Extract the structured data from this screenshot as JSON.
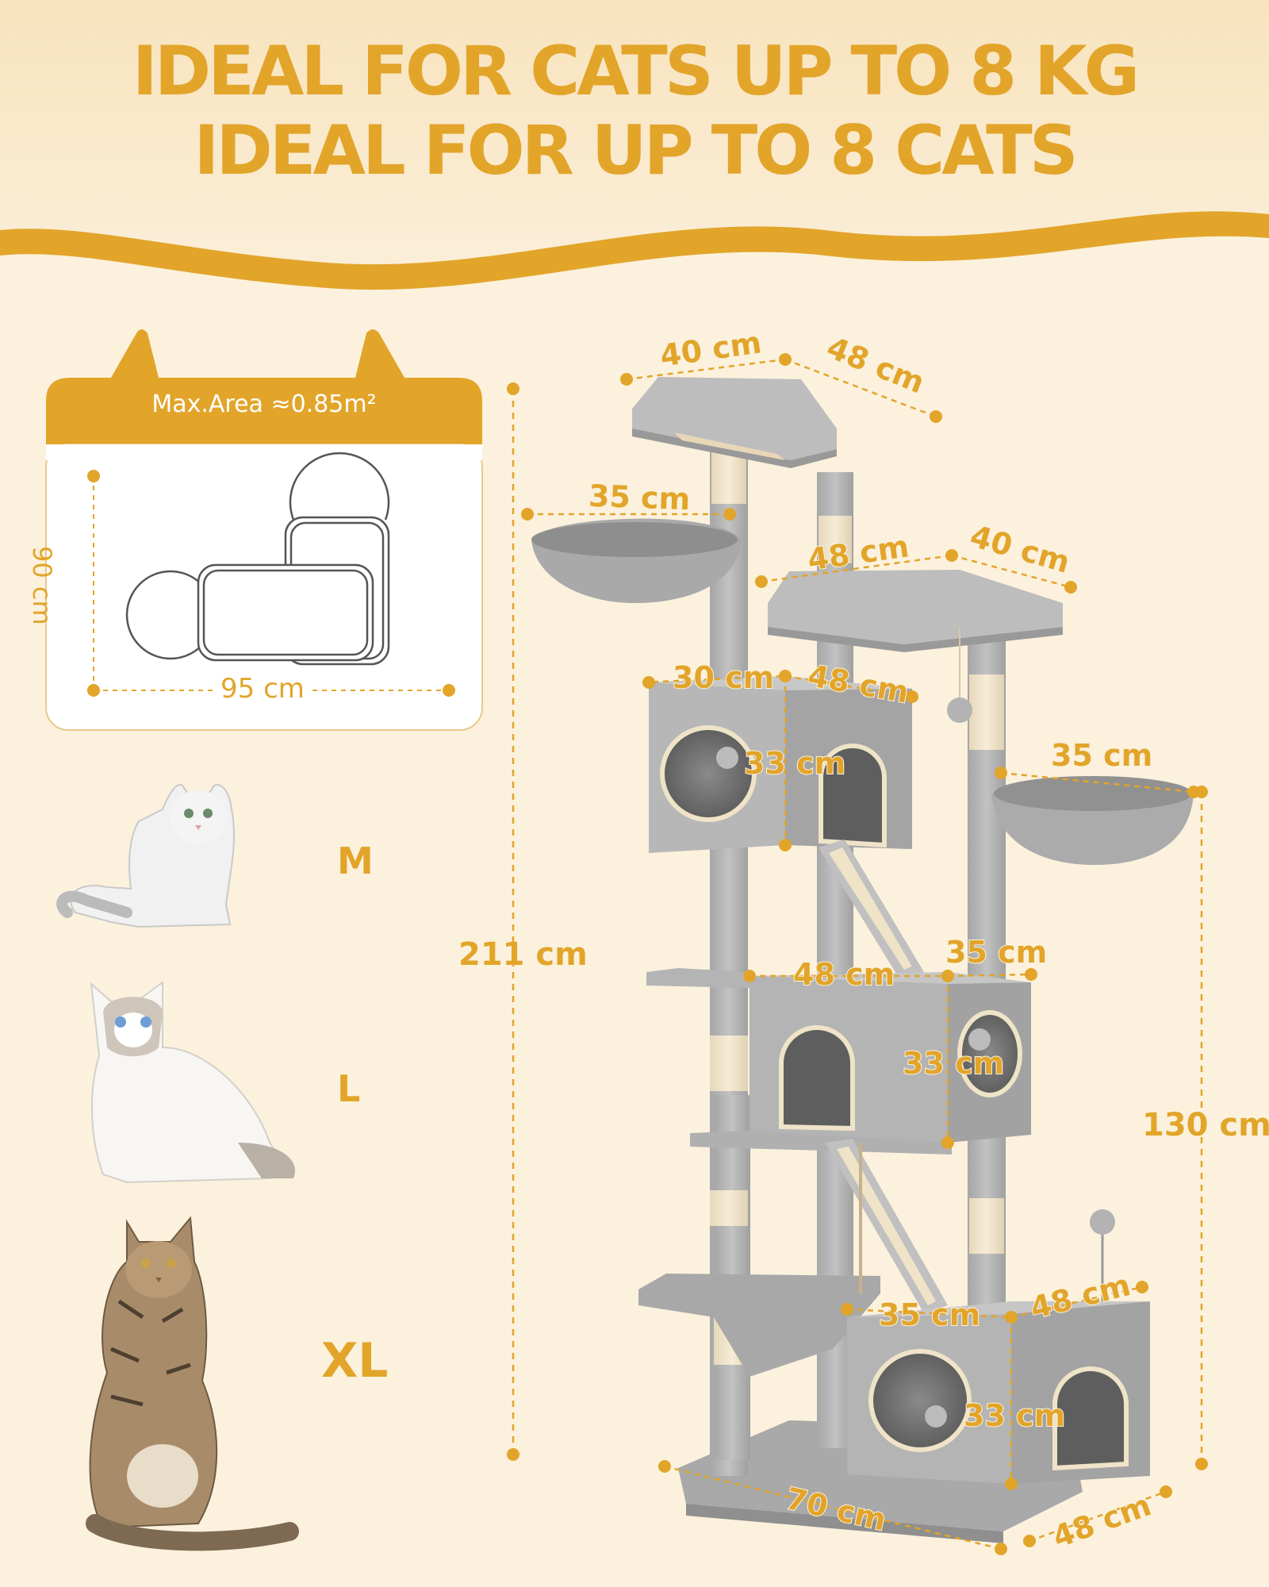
{
  "headline": {
    "line1": "IDEAL FOR CATS UP TO 8 KG",
    "line2": "IDEAL FOR UP TO 8 CATS"
  },
  "area_card": {
    "title": "Max.Area ≈0.85m²",
    "depth": "90 cm",
    "width": "95 cm"
  },
  "cat_sizes": [
    "M",
    "L",
    "XL"
  ],
  "dimensions": {
    "total_height": "211 cm",
    "side_height": "130 cm",
    "top_width": "40 cm",
    "top_depth": "48 cm",
    "hammock_top": "35 cm",
    "second_depth": "48 cm",
    "second_width": "40 cm",
    "cave1_width": "30 cm",
    "cave1_depth": "48 cm",
    "cave1_height": "33 cm",
    "hammock_right": "35 cm",
    "cave2_depth": "48 cm",
    "cave2_width": "35 cm",
    "cave2_height": "33 cm",
    "cave3_width": "35 cm",
    "cave3_depth": "48 cm",
    "cave3_height": "33 cm",
    "base_width": "70 cm",
    "base_depth": "48 cm"
  },
  "colors": {
    "accent": "#e2a52a",
    "background": "#fbf1dd",
    "plush": "#b4b4b4",
    "sisal": "#efe3c8"
  }
}
